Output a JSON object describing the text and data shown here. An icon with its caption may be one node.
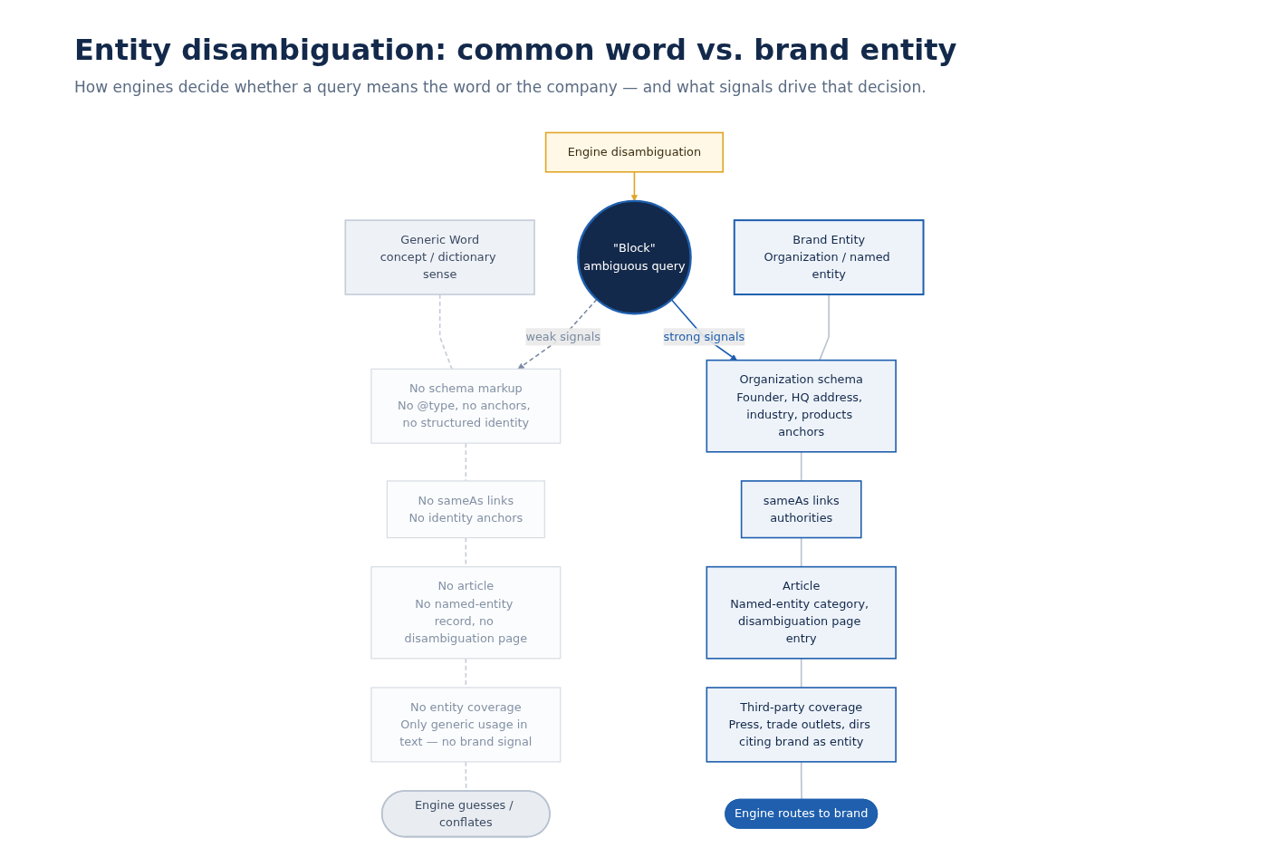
{
  "diagram": {
    "title": "Entity disambiguation: common word vs. brand entity",
    "nodes": [
      {
        "text": [
          "Generic Word",
          "concept / dictionary sense"
        ]
      },
      {
        "text": [
          "No schema markup",
          "No @type, no anchors, no structured identity"
        ]
      },
      {
        "text": [
          "No sameAs links",
          "No identity anchors"
        ]
      },
      {
        "text": [
          "No article",
          "No named-entity record, no disambiguation page"
        ]
      },
      {
        "text": [
          "No entity coverage",
          "Only generic usage in text — no brand signal"
        ]
      },
      {
        "text": [
          "Engine guesses / conflates"
        ]
      },
      {
        "text": [
          "\"Block\"",
          "ambiguous query"
        ]
      },
      {
        "text": [
          "Engine disambiguation"
        ]
      },
      {
        "text": [
          "Brand Entity",
          "Organization / named entity"
        ]
      },
      {
        "text": [
          "Organization schema",
          "Founder, HQ address, industry, products anchors"
        ]
      },
      {
        "text": [
          "sameAs links",
          "authorities"
        ]
      },
      {
        "text": [
          "Article",
          "Named-entity category, disambiguation page entry"
        ]
      },
      {
        "text": [
          "Third-party coverage",
          "Press, trade outlets, dirs citing brand as entity"
        ]
      },
      {
        "text": [
          "Engine routes to brand"
        ]
      }
    ],
    "edges": [
      {
        "from": 0,
        "to": 1,
        "arrow": "none",
        "style": "dashed",
        "color": "#c5ccd6"
      },
      {
        "from": 1,
        "to": 2,
        "arrow": "none",
        "style": "dashed",
        "color": "#c5ccd6"
      },
      {
        "from": 2,
        "to": 3,
        "arrow": "none",
        "style": "dashed",
        "color": "#c5ccd6"
      },
      {
        "from": 3,
        "to": 4,
        "arrow": "none",
        "style": "dashed",
        "color": "#c5ccd6"
      },
      {
        "from": 4,
        "to": 5,
        "arrow": "none",
        "style": "dashed",
        "color": "#c5ccd6"
      },
      {
        "from": 6,
        "to": 1,
        "arrow": "to",
        "label": "weak signals",
        "style": "dashed",
        "color": "#7b8ba3"
      },
      {
        "from": 6,
        "to": 9,
        "arrow": "to",
        "label": "strong signals",
        "color": "#1f5fae"
      },
      {
        "from": 7,
        "to": 6,
        "arrow": "to",
        "color": "#e0a526"
      },
      {
        "from": 8,
        "to": 9,
        "arrow": "none"
      },
      {
        "from": 9,
        "to": 10,
        "arrow": "none"
      },
      {
        "from": 10,
        "to": 11,
        "arrow": "none"
      },
      {
        "from": 11,
        "to": 12,
        "arrow": "none"
      },
      {
        "from": 12,
        "to": 13,
        "arrow": "none"
      }
    ],
    "labels": [
      "How engines decide whether a query means the word or the company — and what signals drive that decision."
    ]
  }
}
